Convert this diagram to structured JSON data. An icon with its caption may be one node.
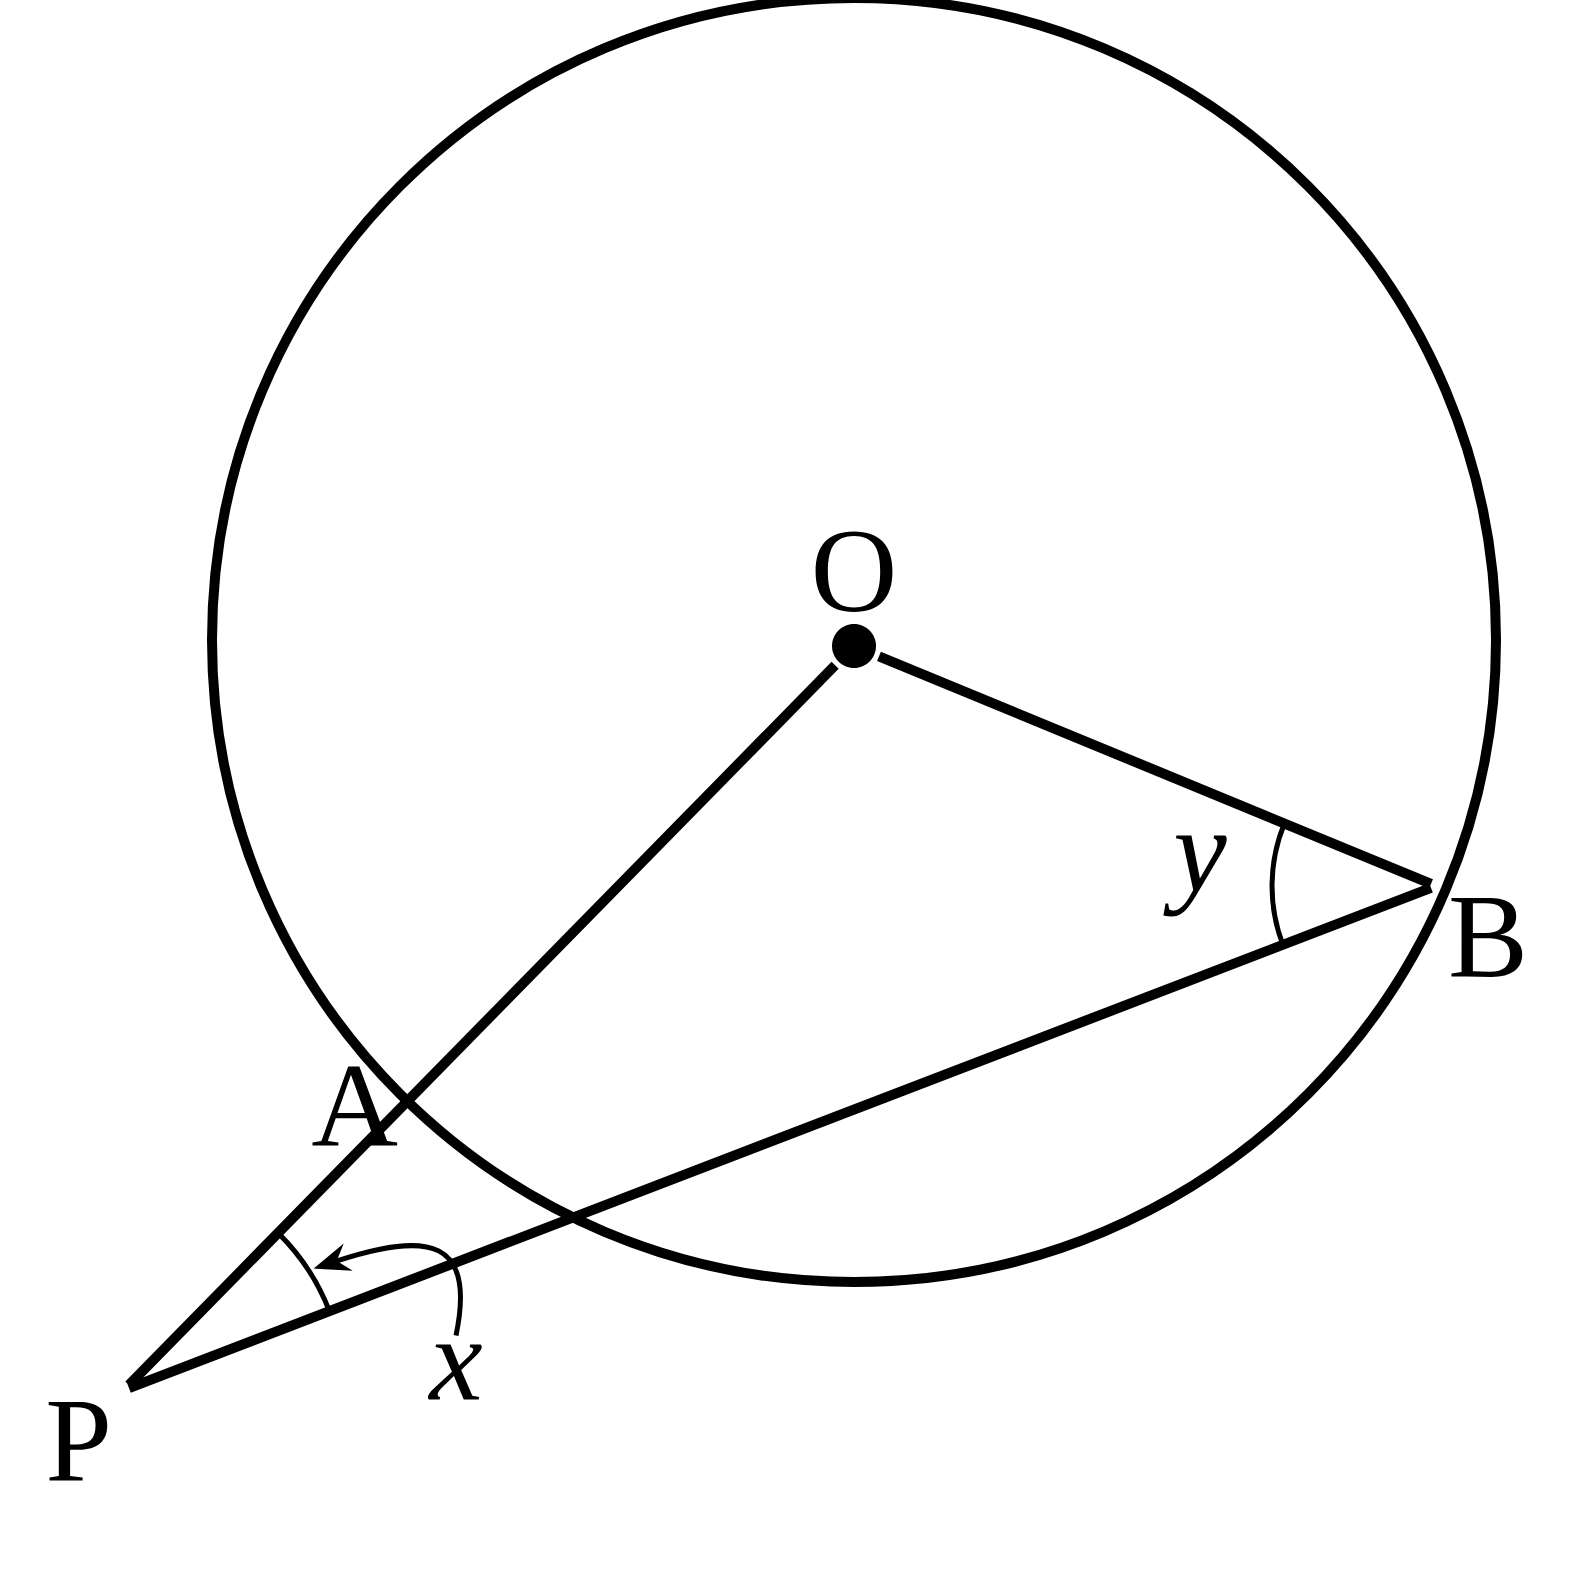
{
  "diagram": {
    "nodes": [
      {
        "text": [
          "O"
        ]
      },
      {
        "text": [
          "A"
        ]
      },
      {
        "text": [
          "B"
        ]
      },
      {
        "text": [
          "P"
        ]
      },
      {
        "text": [
          "x"
        ]
      },
      {
        "text": [],
        "shape": "arc"
      }
    ],
    "edges": [
      {
        "from": 3,
        "to": 0,
        "arrow": "none"
      },
      {
        "from": 0,
        "to": 2,
        "arrow": "none"
      },
      {
        "from": 3,
        "to": 2,
        "arrow": "none"
      },
      {
        "from": 4,
        "to": 5,
        "arrow": "to"
      }
    ],
    "labels": [
      "y"
    ]
  }
}
